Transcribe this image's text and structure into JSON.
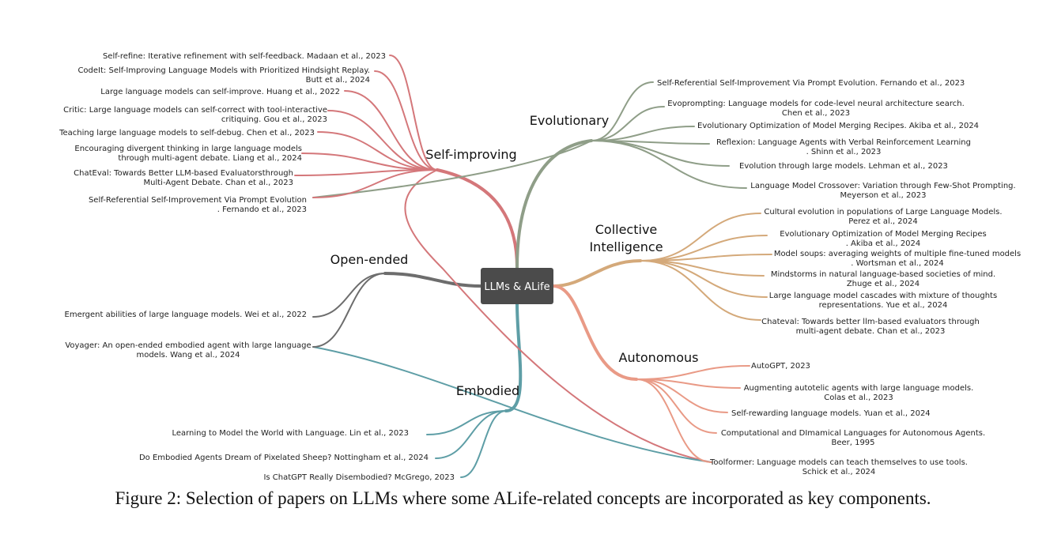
{
  "caption": "Figure 2: Selection of papers on LLMs where some ALife-related concepts are incorporated as key components.",
  "colors": {
    "root_bg": "#4b4b4b",
    "self_improving": "#d4777a",
    "evolutionary": "#8f9e88",
    "collective": "#d4a97a",
    "autonomous": "#e99a86",
    "embodied": "#5e9ea6",
    "open_ended": "#6d6d6d"
  },
  "root": "LLMs & ALife",
  "branches": {
    "self_improving": {
      "label": "Self-improving",
      "papers": [
        [
          "Self-refine: Iterative refinement with self-feedback. Madaan et al., 2023"
        ],
        [
          "CodeIt: Self-Improving Language Models with Prioritized Hindsight Replay.",
          "Butt et al., 2024"
        ],
        [
          "Large language models can self-improve. Huang et al., 2022"
        ],
        [
          "Critic: Large language models can self-correct with tool-interactive",
          "critiquing. Gou et al., 2023"
        ],
        [
          "Teaching large language models to self-debug. Chen et al., 2023"
        ],
        [
          "Encouraging divergent thinking in large language models",
          "through multi-agent debate. Liang et al., 2024"
        ],
        [
          "ChatEval: Towards Better LLM-based Evaluatorsthrough",
          "Multi-Agent Debate. Chan et al., 2023"
        ],
        [
          "Self-Referential Self-Improvement Via Prompt Evolution",
          ". Fernando et al., 2023"
        ]
      ]
    },
    "evolutionary": {
      "label": "Evolutionary",
      "papers": [
        [
          "Self-Referential Self-Improvement Via Prompt Evolution. Fernando et al., 2023"
        ],
        [
          "Evoprompting: Language models for code-level neural architecture search.",
          "Chen et al., 2023"
        ],
        [
          "Evolutionary Optimization of Model Merging Recipes. Akiba et al., 2024"
        ],
        [
          "Reflexion: Language Agents with Verbal Reinforcement Learning",
          ". Shinn et al., 2023"
        ],
        [
          "Evolution through large models. Lehman et al., 2023"
        ],
        [
          "Language Model Crossover: Variation through Few-Shot Prompting.",
          "Meyerson et al., 2023"
        ]
      ]
    },
    "collective": {
      "label_line1": "Collective",
      "label_line2": "Intelligence",
      "papers": [
        [
          "Cultural evolution in populations of Large Language Models.",
          "Perez et al., 2024"
        ],
        [
          "Evolutionary Optimization of Model Merging Recipes",
          ". Akiba et al., 2024"
        ],
        [
          "Model soups: averaging weights of multiple fine-tuned models",
          ". Wortsman et al., 2024"
        ],
        [
          "Mindstorms in natural language-based societies of mind.",
          "Zhuge et al., 2024"
        ],
        [
          "Large language model cascades with mixture of thoughts",
          "representations. Yue et al., 2024"
        ],
        [
          "Chateval: Towards better llm-based evaluators through",
          "multi-agent debate. Chan et al., 2023"
        ]
      ]
    },
    "autonomous": {
      "label": "Autonomous",
      "papers": [
        [
          "AutoGPT, 2023"
        ],
        [
          "Augmenting autotelic agents with large language models.",
          "Colas et al., 2023"
        ],
        [
          "Self-rewarding language models. Yuan et al., 2024"
        ],
        [
          "Computational and DImamical Languages for Autonomous Agents.",
          "Beer, 1995"
        ],
        [
          "Toolformer: Language models can teach themselves to use tools.",
          "Schick et al., 2024"
        ]
      ]
    },
    "open_ended": {
      "label": "Open-ended",
      "papers": [
        [
          "Emergent abilities of large language models. Wei et al., 2022"
        ],
        [
          "Voyager: An open-ended embodied agent with large language",
          "models. Wang et al., 2024"
        ]
      ]
    },
    "embodied": {
      "label": "Embodied",
      "papers": [
        [
          "Learning to Model the World with Language. Lin et al., 2023"
        ],
        [
          "Do Embodied Agents Dream of Pixelated Sheep? Nottingham et al., 2024"
        ],
        [
          "Is ChatGPT Really Disembodied? McGrego, 2023"
        ]
      ]
    }
  }
}
